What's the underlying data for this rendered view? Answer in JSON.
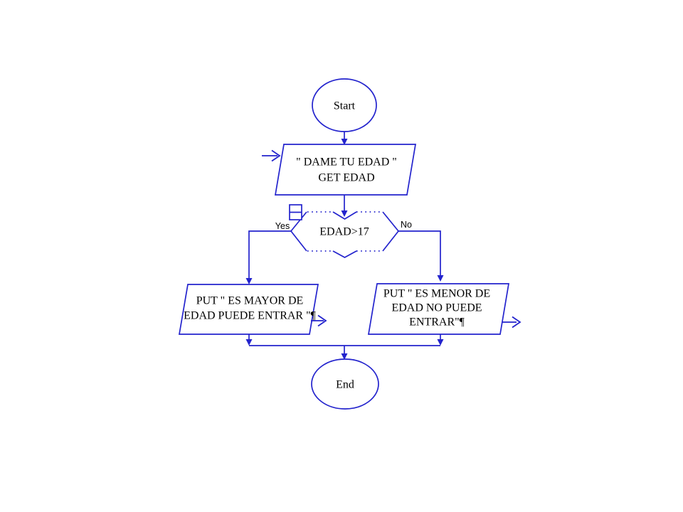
{
  "diagram": {
    "accent_color": "#2323cd",
    "text_color": "#000000",
    "nodes": {
      "start": {
        "shape": "terminator-oval",
        "label": "Start"
      },
      "input_edad": {
        "shape": "io-parallelogram",
        "line1": "\" DAME TU EDAD \"",
        "line2": "GET EDAD"
      },
      "decision_edad": {
        "shape": "decision",
        "label": "EDAD>17"
      },
      "output_mayor": {
        "shape": "io-parallelogram",
        "line1": "PUT \" ES MAYOR DE",
        "line2": "EDAD PUEDE ENTRAR \"¶"
      },
      "output_menor": {
        "shape": "io-parallelogram",
        "line1": "PUT \" ES MENOR DE",
        "line2": "EDAD NO PUEDE",
        "line3": "ENTRAR\"¶"
      },
      "end": {
        "shape": "terminator-oval",
        "label": "End"
      }
    },
    "branch_labels": {
      "yes": "Yes",
      "no": "No"
    }
  }
}
